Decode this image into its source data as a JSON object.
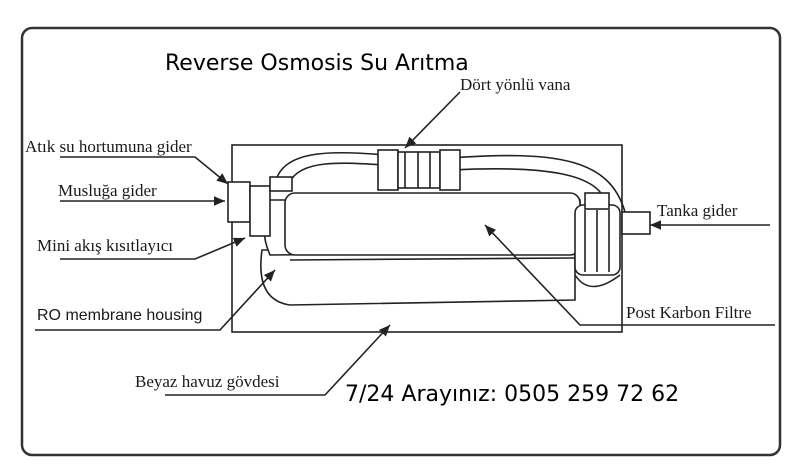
{
  "title": "Reverse Osmosis Su Arıtma",
  "labels": {
    "four_way_valve": "Dört yönlü vana",
    "waste_hose": "Atık su hortumuna gider",
    "to_faucet": "Musluğa gider",
    "flow_restrictor": "Mini akış kısıtlayıcı",
    "ro_housing": "RO membrane housing",
    "white_body": "Beyaz havuz gövdesi",
    "to_tank": "Tanka gider",
    "post_carbon": "Post Karbon Filtre"
  },
  "phone": "7/24 Arayınız: 0505 259 72 62"
}
